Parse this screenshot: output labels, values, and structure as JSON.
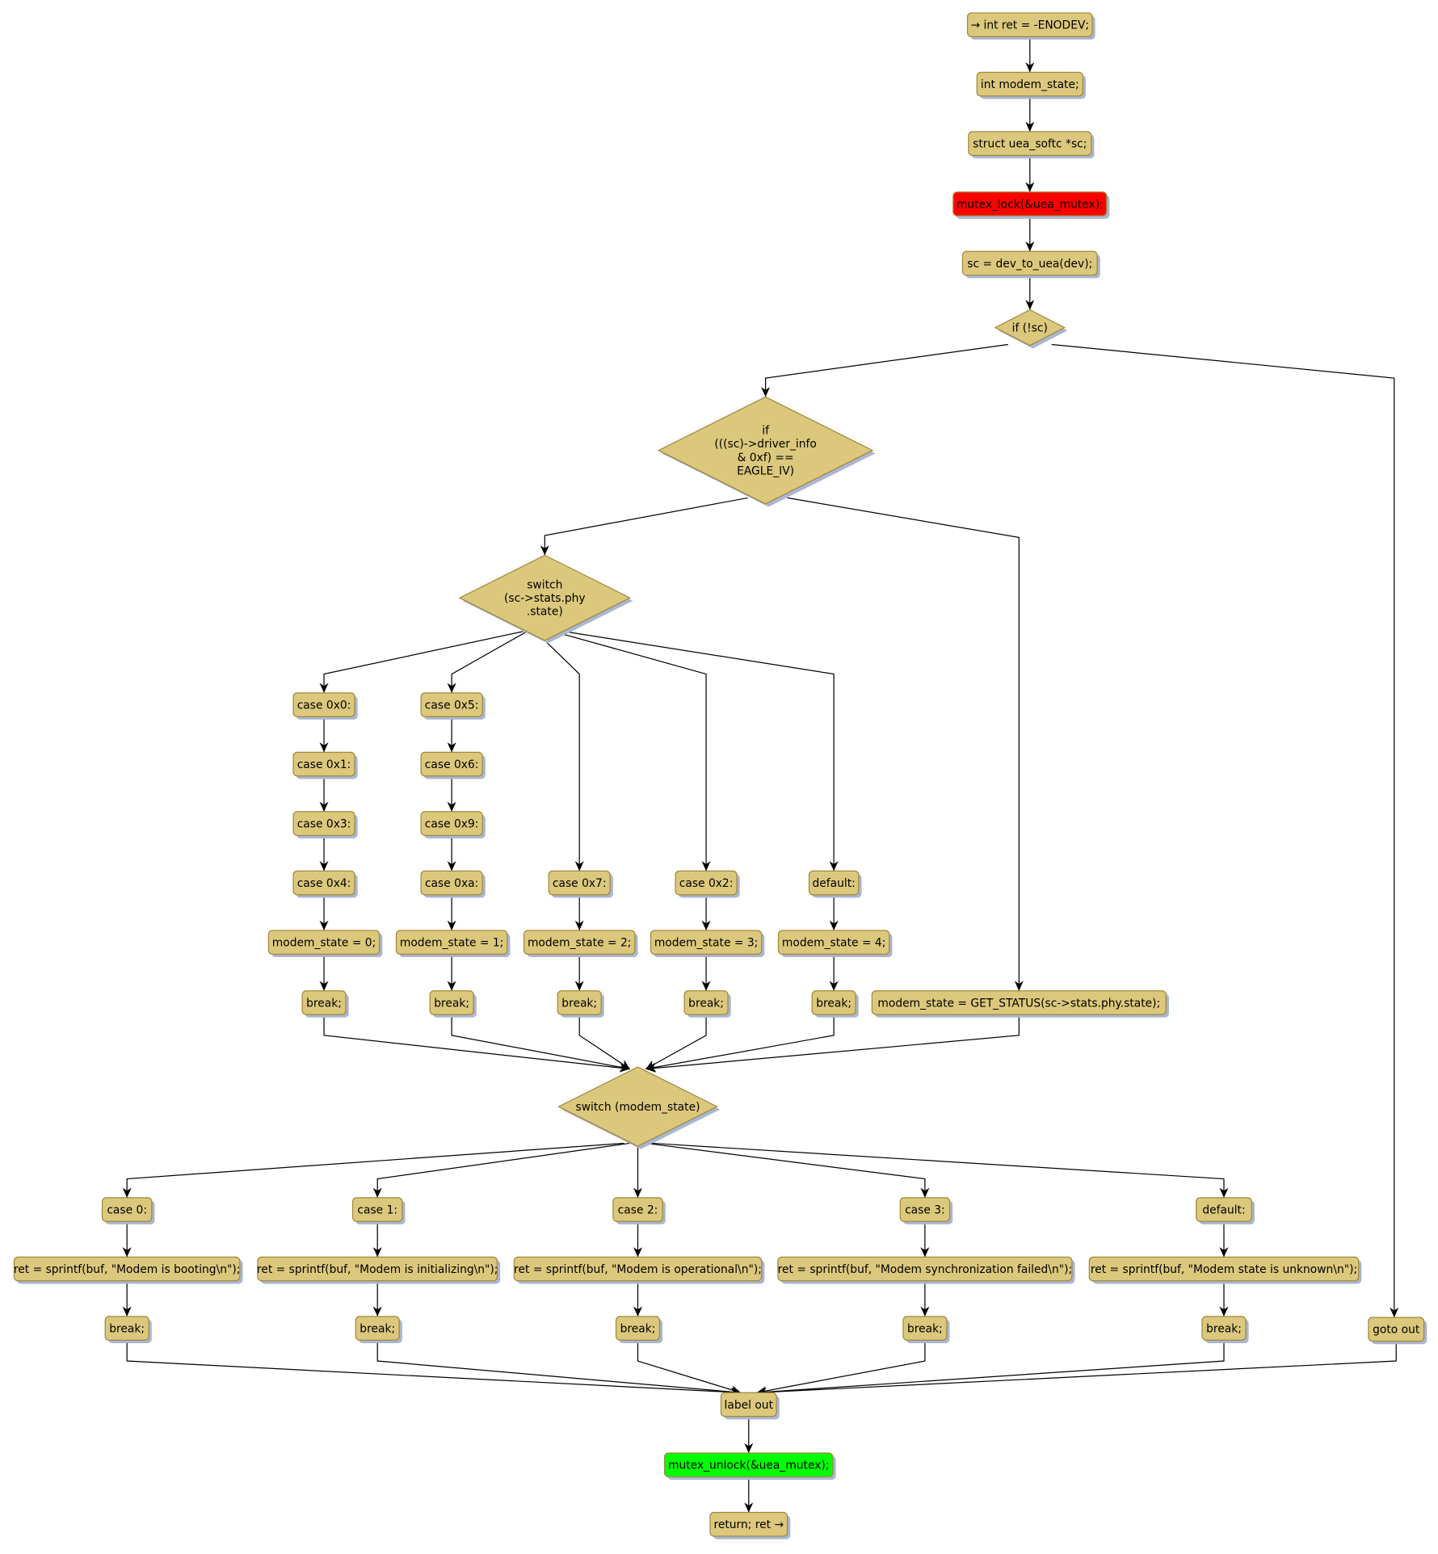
{
  "colors": {
    "node_fill": "#dcc87c",
    "node_stroke": "#a0883a",
    "shadow": "#a9b6d2",
    "lock_fill": "#ff0000",
    "unlock_fill": "#00ff00"
  },
  "nodes": {
    "n0": {
      "label": "→ int ret = -ENODEV;"
    },
    "n1": {
      "label": "int modem_state;"
    },
    "n2": {
      "label": "struct uea_softc *sc;"
    },
    "n3": {
      "label": "mutex_lock(&uea_mutex);",
      "color": "lock_fill"
    },
    "n4": {
      "label": "sc = dev_to_uea(dev);"
    },
    "d0": {
      "lines": [
        "if (!sc)"
      ]
    },
    "d1": {
      "lines": [
        "if",
        "(((sc)->driver_info",
        "& 0xf) ==",
        "EAGLE_IV)"
      ]
    },
    "d2": {
      "lines": [
        "switch",
        "(sc->stats.phy",
        ".state)"
      ]
    },
    "a1": {
      "label": "case 0x0:"
    },
    "a2": {
      "label": "case 0x1:"
    },
    "a3": {
      "label": "case 0x3:"
    },
    "a4": {
      "label": "case 0x4:"
    },
    "a5": {
      "label": "modem_state = 0;"
    },
    "a6": {
      "label": "break;"
    },
    "b1": {
      "label": "case 0x5:"
    },
    "b2": {
      "label": "case 0x6:"
    },
    "b3": {
      "label": "case 0x9:"
    },
    "b4": {
      "label": "case 0xa:"
    },
    "b5": {
      "label": "modem_state = 1;"
    },
    "b6": {
      "label": "break;"
    },
    "c4": {
      "label": "case 0x7:"
    },
    "c5": {
      "label": "modem_state = 2;"
    },
    "c6": {
      "label": "break;"
    },
    "e4": {
      "label": "case 0x2:"
    },
    "e5": {
      "label": "modem_state = 3;"
    },
    "e6": {
      "label": "break;"
    },
    "f4": {
      "label": "default:"
    },
    "f5": {
      "label": "modem_state = 4;"
    },
    "f6": {
      "label": "break;"
    },
    "g5": {
      "label": "modem_state = GET_STATUS(sc->stats.phy.state);"
    },
    "d3": {
      "lines": [
        "switch (modem_state)"
      ]
    },
    "s0a": {
      "label": "case 0:"
    },
    "s0b": {
      "label": "ret = sprintf(buf, \"Modem is booting\\n\");"
    },
    "s0c": {
      "label": "break;"
    },
    "s1a": {
      "label": "case 1:"
    },
    "s1b": {
      "label": "ret = sprintf(buf, \"Modem is initializing\\n\");"
    },
    "s1c": {
      "label": "break;"
    },
    "s2a": {
      "label": "case 2:"
    },
    "s2b": {
      "label": "ret = sprintf(buf, \"Modem is operational\\n\");"
    },
    "s2c": {
      "label": "break;"
    },
    "s3a": {
      "label": "case 3:"
    },
    "s3b": {
      "label": "ret = sprintf(buf, \"Modem synchronization failed\\n\");"
    },
    "s3c": {
      "label": "break;"
    },
    "s4a": {
      "label": "default:"
    },
    "s4b": {
      "label": "ret = sprintf(buf, \"Modem state is unknown\\n\");"
    },
    "s4c": {
      "label": "break;"
    },
    "gt": {
      "label": "goto out"
    },
    "lo": {
      "label": "label out"
    },
    "un": {
      "label": "mutex_unlock(&uea_mutex);",
      "color": "unlock_fill"
    },
    "rt": {
      "label": "return; ret →"
    }
  }
}
